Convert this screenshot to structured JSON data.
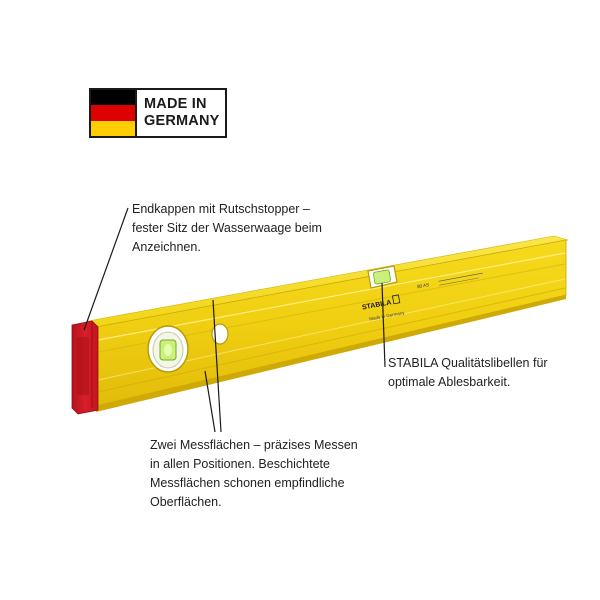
{
  "badge": {
    "line1": "MADE IN",
    "line2": "GERMANY",
    "flag_colors": [
      "#000000",
      "#dd0000",
      "#ffce00"
    ]
  },
  "product": {
    "brand_label": "STABILA",
    "model_label": "80 AS",
    "sublabel": "Made in Germany",
    "body_color": "#f5dc18",
    "endcap_color": "#d81e2a"
  },
  "callouts": {
    "endcaps": {
      "lines": [
        "Endkappen mit Rutschstopper –",
        "fester Sitz der Wasserwaage beim",
        "Anzeichnen."
      ]
    },
    "vials": {
      "lines": [
        "STABILA Qualitätslibellen für",
        "optimale Ablesbarkeit."
      ]
    },
    "surfaces": {
      "lines": [
        "Zwei Messflächen – präzises Messen",
        "in allen Positionen. Beschichtete",
        "Messflächen schonen empfindliche",
        "Oberflächen."
      ]
    }
  }
}
